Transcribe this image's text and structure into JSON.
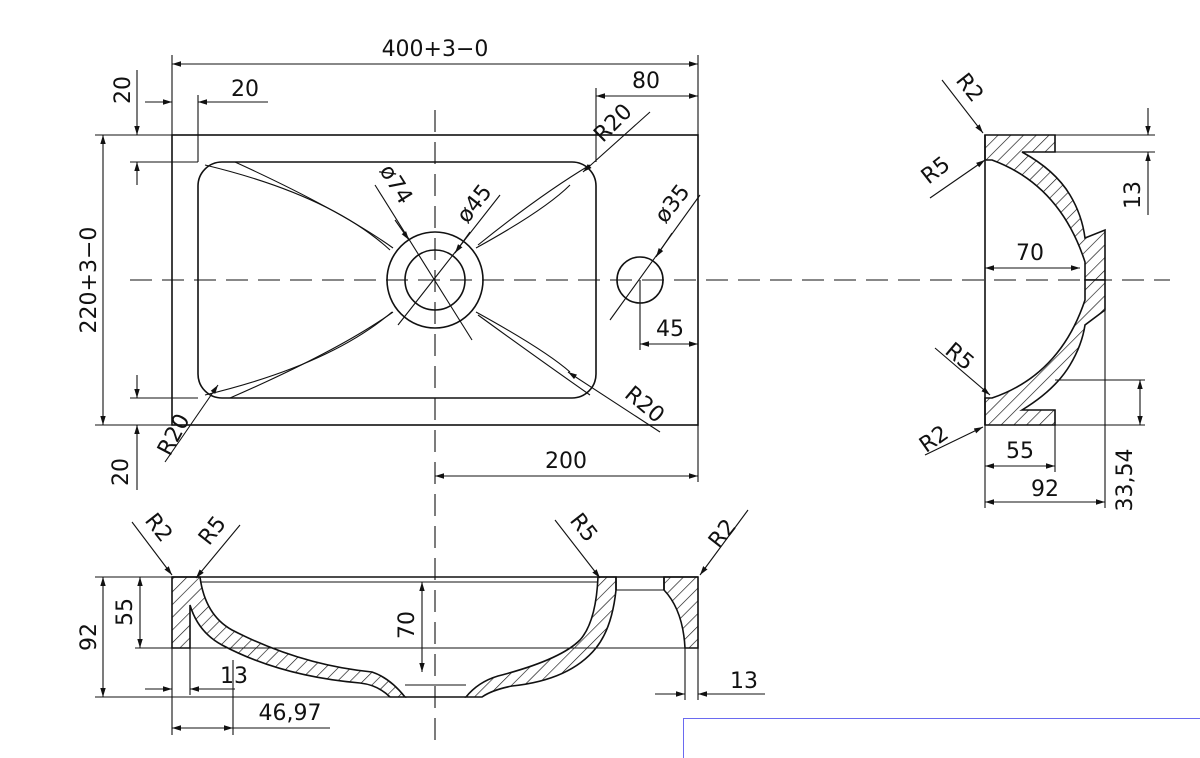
{
  "dimensions": {
    "top": {
      "overall_length": "400+3−0",
      "edge_left": "20",
      "edge_top": "20",
      "right_offset": "80",
      "corner_top_right": "R20",
      "drain_outer": "ø74",
      "drain_inner": "ø45",
      "tap_hole": "ø35",
      "tap_offset": "45",
      "overall_width": "220+3−0",
      "corner_bottom_right": "R20",
      "corner_bottom_left": "R20",
      "edge_bottom": "20",
      "center_to_right": "200"
    },
    "side": {
      "r2_top": "R2",
      "r5_top": "R5",
      "dim_13": "13",
      "dim_70": "70",
      "r5_bottom": "R5",
      "r2_bottom": "R2",
      "dim_55": "55",
      "dim_92": "92",
      "dim_3354": "33,54"
    },
    "front": {
      "r2_left": "R2",
      "r5_left": "R5",
      "r5_right": "R5",
      "r2_right": "R2",
      "dim_92": "92",
      "dim_55": "55",
      "dim_70": "70",
      "dim_13_left": "13",
      "dim_4697": "46,97",
      "dim_13_right": "13"
    }
  }
}
